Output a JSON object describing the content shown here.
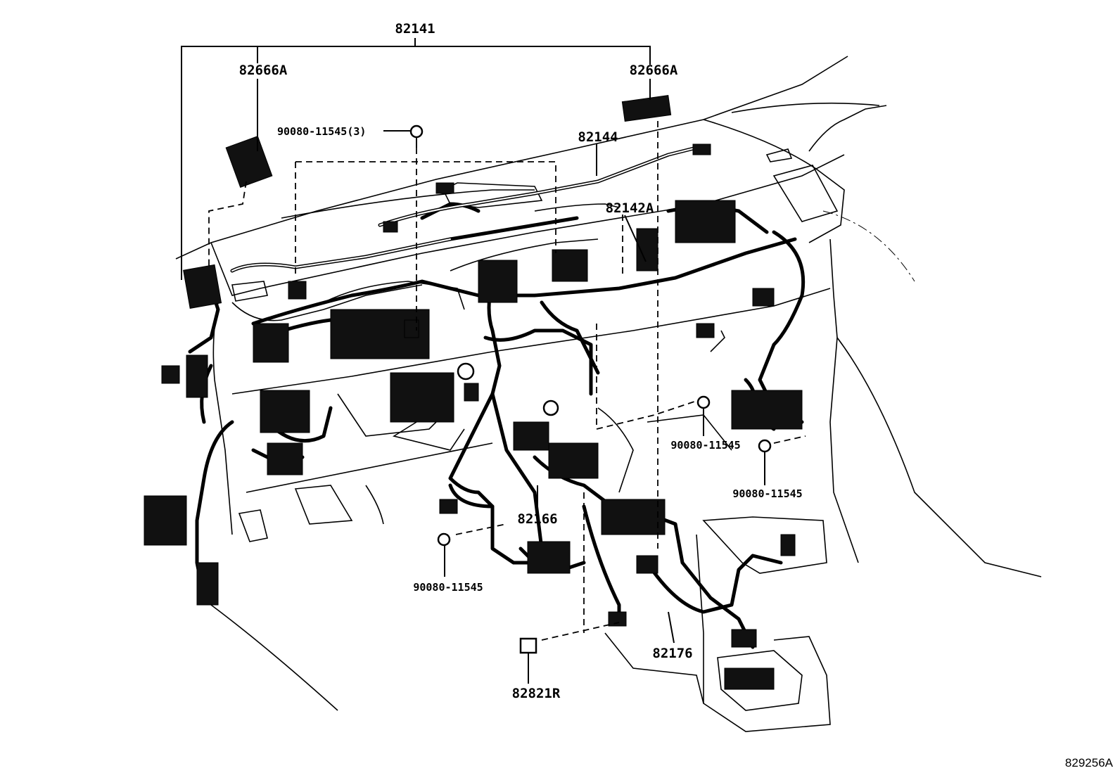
{
  "diagram": {
    "reference_code": "829256A",
    "labels": {
      "wire_main": "82141",
      "protector_left": "82666A",
      "protector_right": "82666A",
      "bolt_top": "90080-11545(3)",
      "wire_upper": "82144",
      "wire_instrument": "82142A",
      "bolt_right_upper": "90080-11545",
      "bolt_right_lower": "90080-11545",
      "wire_floor": "82166",
      "bolt_bottom_left": "90080-11545",
      "wire_console": "82176",
      "relay_block": "82821R"
    }
  }
}
